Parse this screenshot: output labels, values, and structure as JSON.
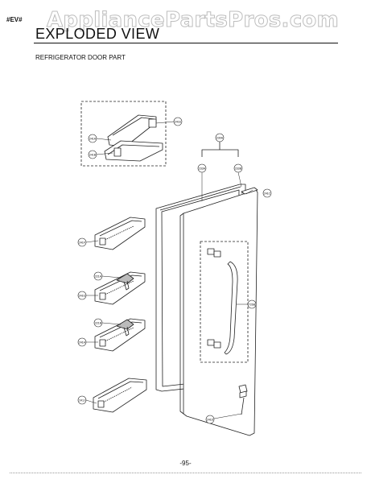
{
  "page": {
    "corner_tag": "#EV#",
    "watermark": "AppliancePartsPros.com",
    "title": "EXPLODED VIEW",
    "subtitle": "REFRIGERATOR DOOR PART",
    "page_number": "-95-"
  },
  "callouts": {
    "top_basket_right": "241E",
    "top_basket_left_a": "241A",
    "top_basket_left_b": "241B",
    "gasket_group": "230A",
    "gasket_left": "233A",
    "gasket_right": "233B",
    "hinge_cap": "241C",
    "door_handle": "726B",
    "bottom_hinge": "241D",
    "bin_1": "241F",
    "bin_2_part": "221A",
    "bin_2": "241G",
    "bin_3_part": "221B",
    "bin_3": "241H",
    "bin_4": "241J"
  },
  "colors": {
    "line": "#222222",
    "fill": "#ffffff",
    "shade": "#d9d9d9"
  }
}
